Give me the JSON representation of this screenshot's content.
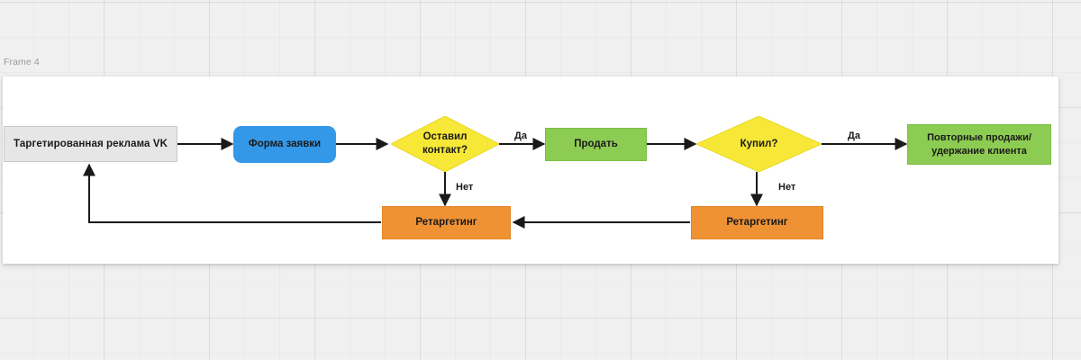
{
  "canvas": {
    "frame_label": "Frame 4",
    "background_color": "#f0f0f0",
    "frame_color": "#ffffff"
  },
  "colors": {
    "source": "#e6e6e6",
    "form": "#3498e8",
    "decision": "#f7e737",
    "success": "#8dcc52",
    "retarget": "#ef9234",
    "edge": "#1a1a1a"
  },
  "diagram": {
    "type": "flowchart",
    "nodes": [
      {
        "id": "source",
        "label": "Таргетированная реклама VK",
        "shape": "rect",
        "color": "#e6e6e6"
      },
      {
        "id": "form",
        "label": "Форма заявки",
        "shape": "rounded",
        "color": "#3498e8"
      },
      {
        "id": "contact",
        "label": "Оставил\nконтакт?",
        "shape": "diamond",
        "color": "#f7e737"
      },
      {
        "id": "sell",
        "label": "Продать",
        "shape": "rect",
        "color": "#8dcc52"
      },
      {
        "id": "bought",
        "label": "Купил?",
        "shape": "diamond",
        "color": "#f7e737"
      },
      {
        "id": "repeat",
        "label": "Повторные продажи/\nудержание клиента",
        "shape": "rect",
        "color": "#8dcc52"
      },
      {
        "id": "retarget1",
        "label": "Ретаргетинг",
        "shape": "rect",
        "color": "#ef9234"
      },
      {
        "id": "retarget2",
        "label": "Ретаргетинг",
        "shape": "rect",
        "color": "#ef9234"
      }
    ],
    "node_labels": {
      "source": "Таргетированная реклама VK",
      "form": "Форма заявки",
      "contact_line1": "Оставил",
      "contact_line2": "контакт?",
      "sell": "Продать",
      "bought": "Купил?",
      "repeat_line1": "Повторные продажи/",
      "repeat_line2": "удержание клиента",
      "retarget1": "Ретаргетинг",
      "retarget2": "Ретаргетинг"
    },
    "edges": [
      {
        "from": "source",
        "to": "form",
        "label": ""
      },
      {
        "from": "form",
        "to": "contact",
        "label": ""
      },
      {
        "from": "contact",
        "to": "sell",
        "label": "Да"
      },
      {
        "from": "contact",
        "to": "retarget1",
        "label": "Нет"
      },
      {
        "from": "sell",
        "to": "bought",
        "label": ""
      },
      {
        "from": "bought",
        "to": "repeat",
        "label": "Да"
      },
      {
        "from": "bought",
        "to": "retarget2",
        "label": "Нет"
      },
      {
        "from": "retarget2",
        "to": "retarget1",
        "label": ""
      },
      {
        "from": "retarget1",
        "to": "source",
        "label": ""
      }
    ],
    "edge_labels": {
      "contact_yes": "Да",
      "contact_no": "Нет",
      "bought_yes": "Да",
      "bought_no": "Нет"
    }
  }
}
